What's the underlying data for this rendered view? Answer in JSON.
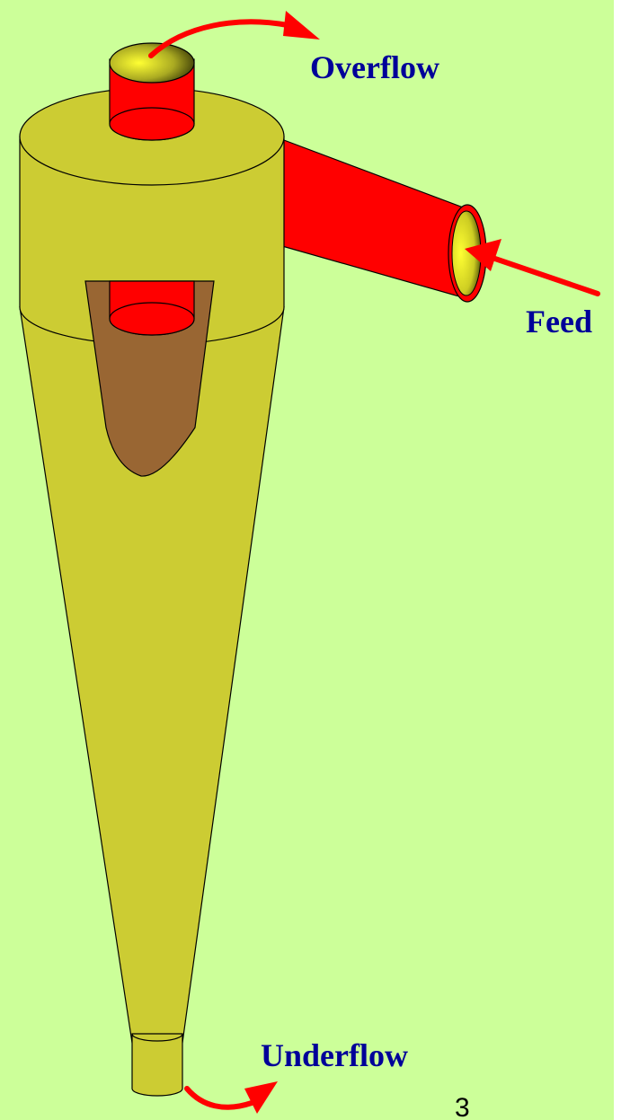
{
  "labels": {
    "overflow": "Overflow",
    "feed": "Feed",
    "underflow": "Underflow",
    "page_number": "3"
  },
  "colors": {
    "background": "#ccff99",
    "body": "#cccc33",
    "pipe": "#ff0000",
    "opening": "#ffff00",
    "cutaway": "#996633",
    "arrow": "#ff0000",
    "label_text": "#000099"
  }
}
